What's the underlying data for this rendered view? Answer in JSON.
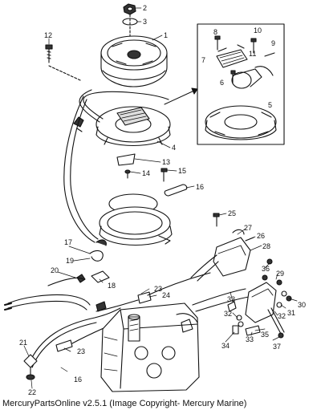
{
  "diagram": {
    "callouts": [
      "1",
      "2",
      "3",
      "4",
      "5",
      "6",
      "7",
      "8",
      "9",
      "10",
      "11",
      "12",
      "13",
      "14",
      "15",
      "16",
      "17",
      "18",
      "19",
      "20",
      "21",
      "22",
      "23",
      "24",
      "25",
      "26",
      "27",
      "28",
      "29",
      "30",
      "31",
      "32",
      "33",
      "34",
      "35",
      "36",
      "37"
    ]
  },
  "caption": "MercuryPartsOnline v2.5.1 (Image Copyright- Mercury Marine)"
}
